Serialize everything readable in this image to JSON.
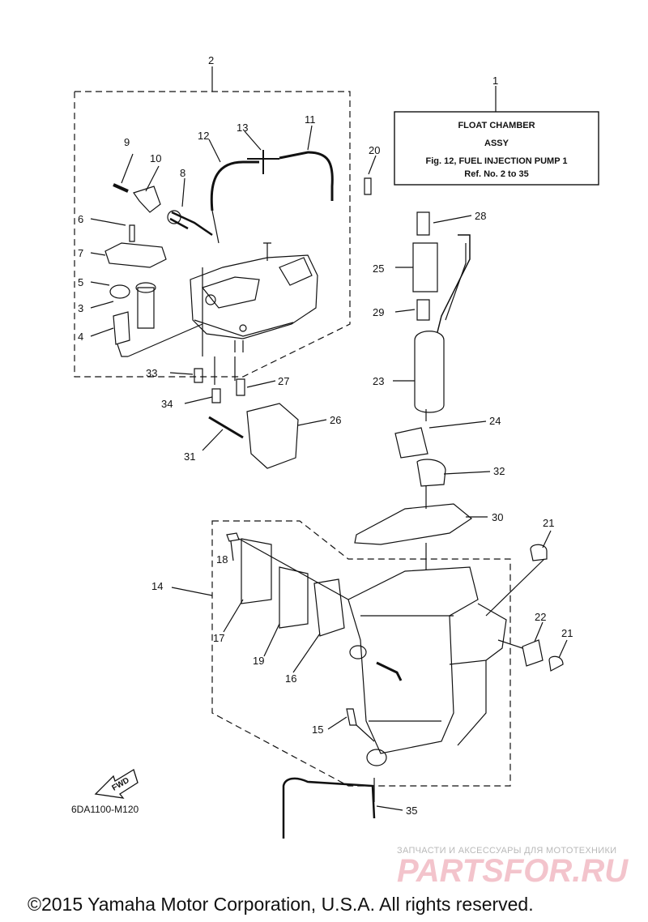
{
  "title_box": {
    "line1": "FLOAT CHAMBER",
    "line2": "ASSY",
    "line3": "Fig. 12, FUEL INJECTION PUMP 1",
    "line4": "Ref. No. 2 to 35"
  },
  "callouts": [
    "1",
    "2",
    "3",
    "4",
    "5",
    "6",
    "7",
    "8",
    "9",
    "10",
    "11",
    "12",
    "13",
    "14",
    "15",
    "16",
    "17",
    "18",
    "19",
    "20",
    "21",
    "21",
    "22",
    "23",
    "24",
    "25",
    "26",
    "27",
    "28",
    "29",
    "30",
    "31",
    "32",
    "33",
    "34",
    "35"
  ],
  "fwd_label": "FWD",
  "diagram_code": "6DA1100-M120",
  "watermark": {
    "tagline": "ЗАПЧАСТИ И АКСЕССУАРЫ ДЛЯ МОТОТЕХНИКИ",
    "logo": "PARTSFOR.RU"
  },
  "copyright": "©2015 Yamaha Motor Corporation, U.S.A. All rights reserved.",
  "colors": {
    "line": "#111111",
    "watermark_logo": "#f3c4cc",
    "watermark_text": "#b9b9b9"
  }
}
